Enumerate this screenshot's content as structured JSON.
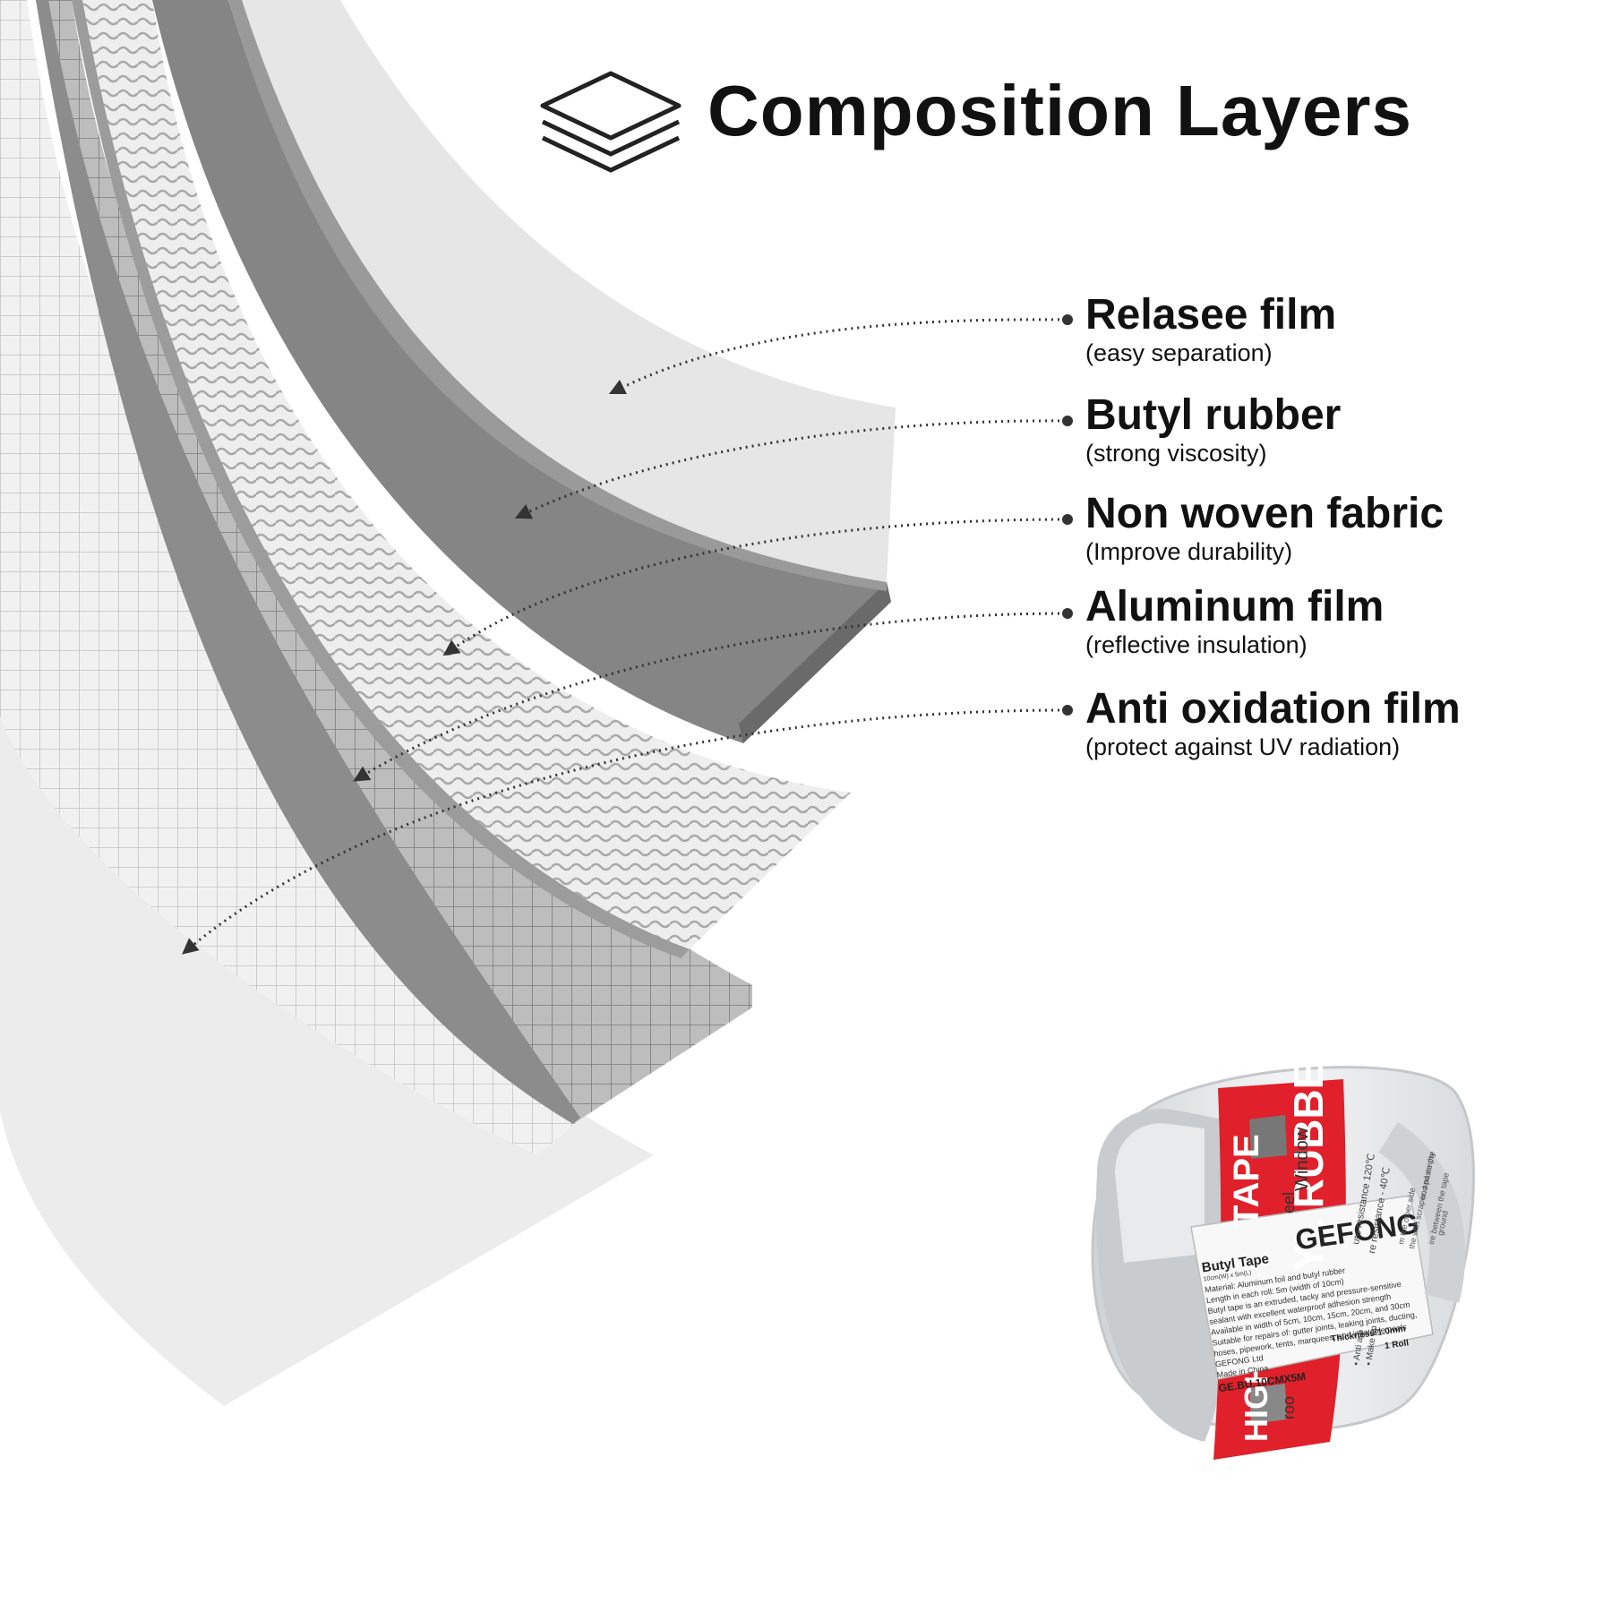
{
  "title": "Composition Layers",
  "title_icon": "layers-icon",
  "layers": [
    {
      "name": "Relasee film",
      "desc": "(easy separation)"
    },
    {
      "name": "Butyl rubber",
      "desc": "(strong viscosity)"
    },
    {
      "name": "Non woven fabric",
      "desc": "(Improve durability)"
    },
    {
      "name": "Aluminum film",
      "desc": "(reflective insulation)"
    },
    {
      "name": "Anti oxidation film",
      "desc": "(protect against UV radiation)"
    }
  ],
  "product": {
    "brand": "GEFONG",
    "product_name": "Butyl Tape",
    "size_note": "10cm(W) x 5m(L)",
    "band_text": "YL RUBBER",
    "band_text_2": "TAPE",
    "band_text_3": "HIGH",
    "side_labels": [
      "Window",
      "eel",
      "roo"
    ],
    "spec_lines": [
      "Material: Aluminum foil and butyl rubber",
      "Length in each roll: 5m (width of 10cm)",
      "Butyl tape is an extruded, tacky and pressure-sensitive",
      "sealant with excellent waterproof adhesion strength",
      "Available in width of 5cm, 10cm, 15cm, 20cm, and 30cm",
      "Suitable for repairs of: gutter joints, leaking joints, ducting,",
      "hoses, pipework, tents, marquees, and inflatable pools",
      "GEFONG Ltd",
      "Made in China"
    ],
    "thickness": "Thickness:1.0mm",
    "count": "1 Roll",
    "model": "GE.BU.10CMX5M",
    "temp_lines": [
      "ure resistance 120℃",
      "re resistance - 40℃"
    ],
    "side_notes": [
      "▪ Anti agi",
      "▪ Make up"
    ],
    "right_notes": [
      "m the other side",
      "the with scraper, and empty",
      "and paste the",
      "ire between the tape",
      "ground"
    ]
  },
  "colors": {
    "release_film": "#e6e6e6",
    "butyl_rubber": "#858585",
    "fabric": "#d4d4d4",
    "aluminum": "#bcbcbc",
    "anti_oxidation": "#ececec",
    "tape_band": "#e0202a"
  }
}
